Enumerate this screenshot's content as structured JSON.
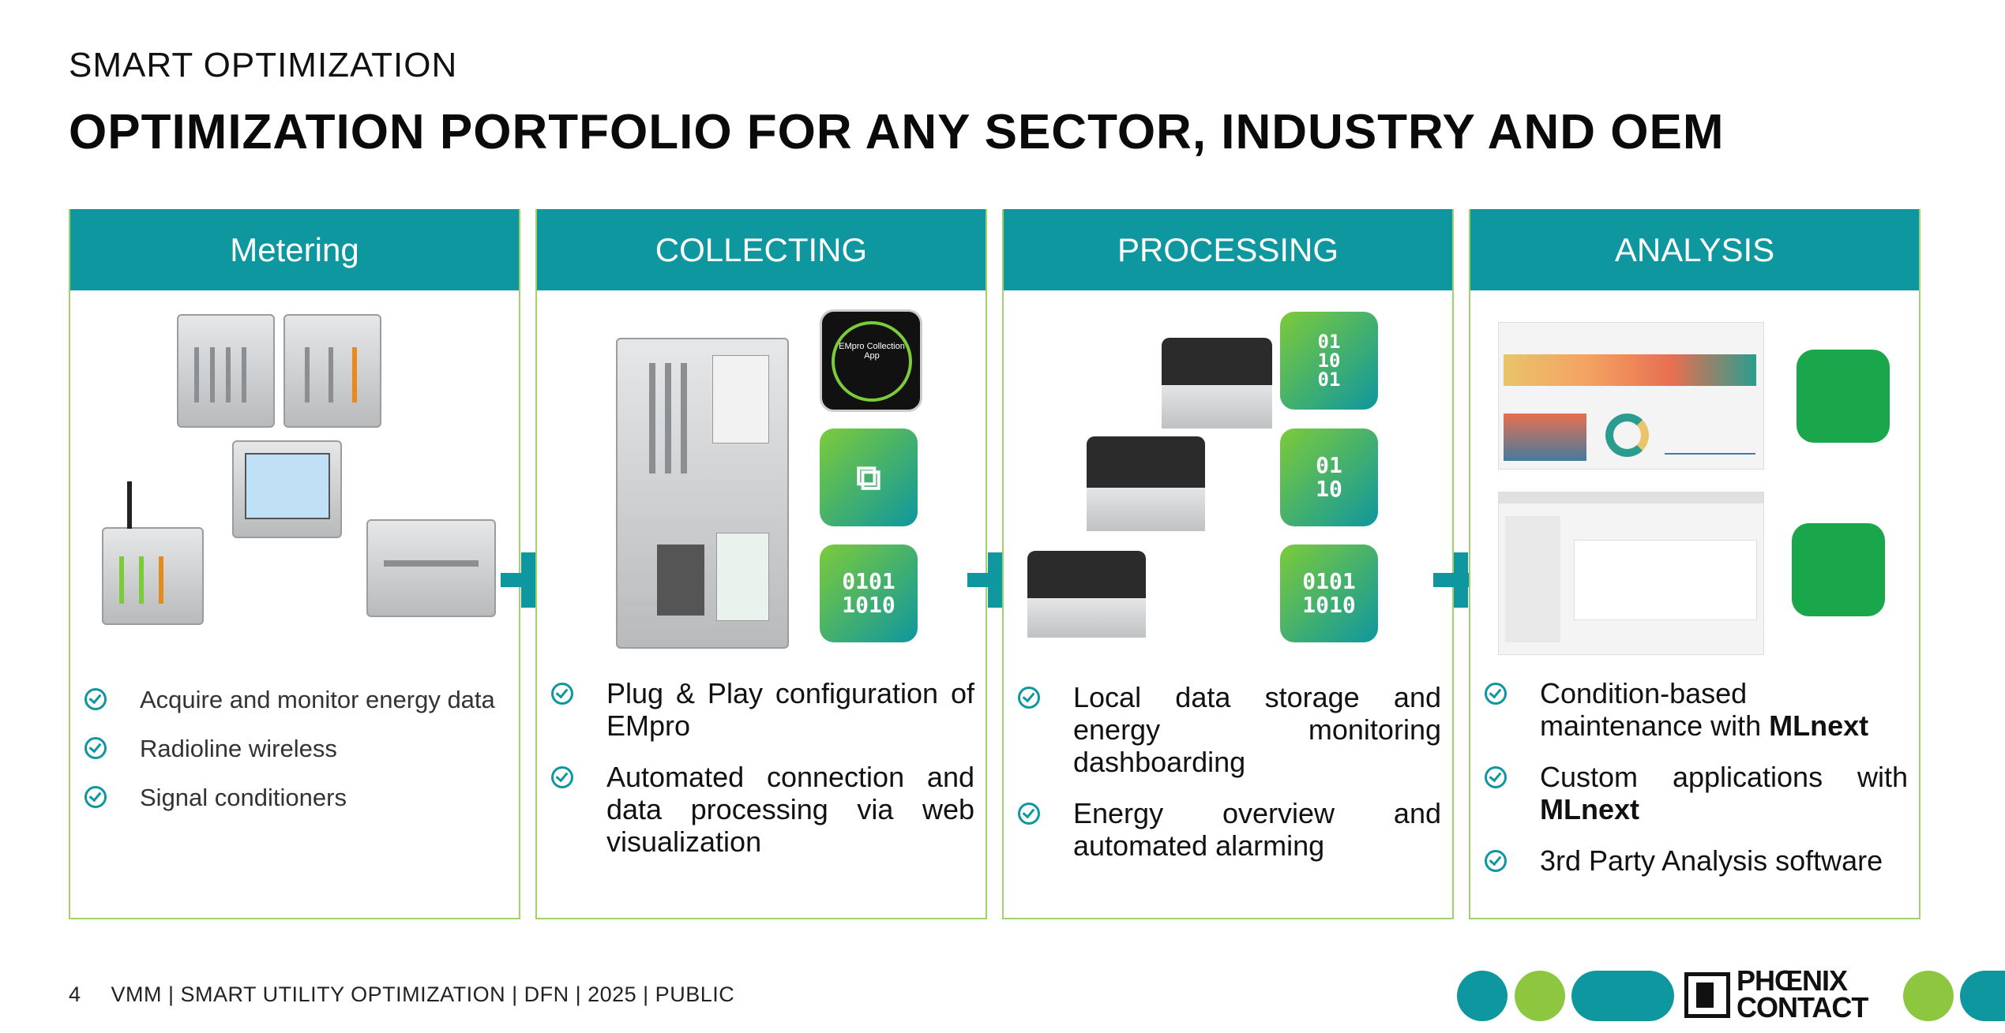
{
  "header": {
    "subtitle": "SMART OPTIMIZATION",
    "title": "OPTIMIZATION PORTFOLIO FOR ANY SECTOR, INDUSTRY AND OEM"
  },
  "columns": [
    {
      "heading": "Metering",
      "bullets": [
        "Acquire and monitor energy data",
        "Radioline wireless",
        "Signal conditioners"
      ]
    },
    {
      "heading": "COLLECTING",
      "bullets": [
        "Plug & Play configuration of EMpro",
        "Automated connection and data processing via web visualization"
      ]
    },
    {
      "heading": "PROCESSING",
      "bullets": [
        "Local data storage and energy monitoring dashboarding",
        "Energy overview and automated alarming"
      ]
    },
    {
      "heading": "ANALYSIS",
      "bullets": {
        "b1_pre": "Condition-based maintenance with ",
        "b1_bold": "MLnext",
        "b2_pre": "Custom applications with ",
        "b2_bold": "MLnext",
        "b3": "3rd Party Analysis software"
      }
    }
  ],
  "tiles": {
    "binary": "0101\n1010",
    "stack": "01\n10\n01",
    "expand": "01\n10"
  },
  "app_badge": {
    "line1": "EMpro Collection",
    "line2": "App"
  },
  "footer": {
    "page": "4",
    "text": "VMM | SMART UTILITY OPTIMIZATION | DFN | 2025 | PUBLIC"
  },
  "logo": {
    "line1": "PHŒNIX",
    "line2": "CONTACT"
  },
  "colors": {
    "teal": "#0f979f",
    "lime": "#9fd36a",
    "green": "#1aa64a"
  }
}
